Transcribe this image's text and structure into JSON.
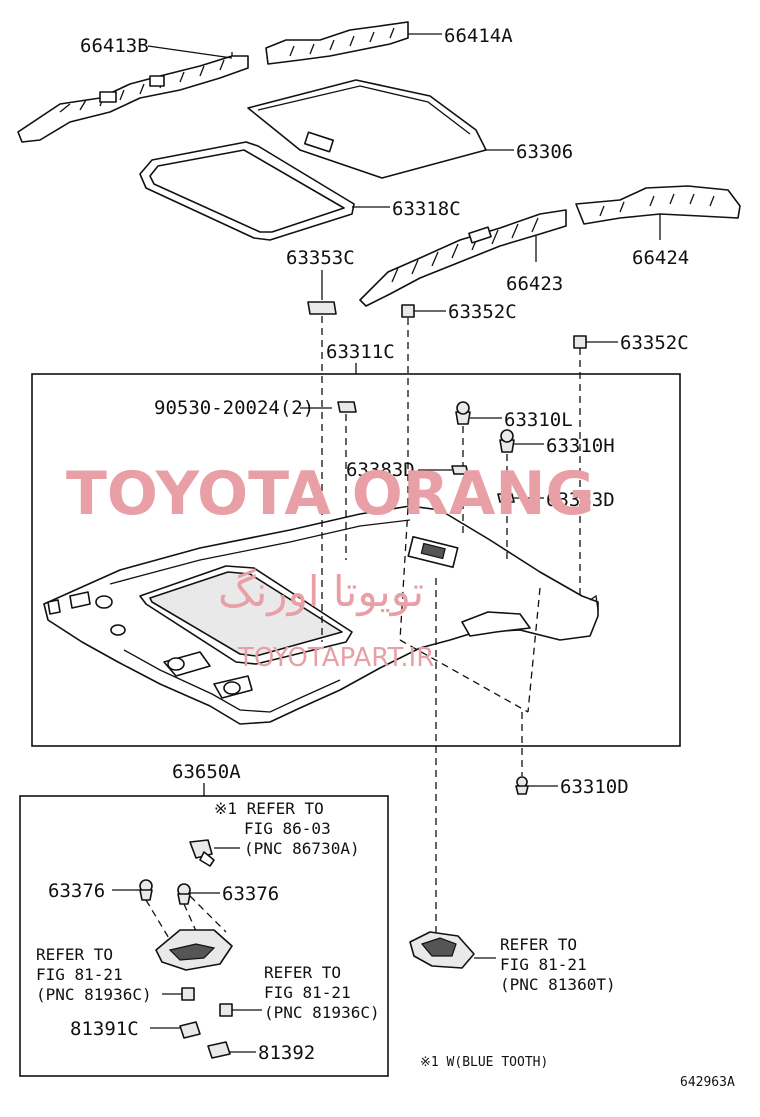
{
  "diagram_code": "642963A",
  "watermark": {
    "brand": "TOYOTA ORANG",
    "brand_persian": "تویوتا اورنگ",
    "site": "TOYOTAPART.IR"
  },
  "parts": {
    "p66413B": "66413B",
    "p66414A": "66414A",
    "p63306": "63306",
    "p63318C": "63318C",
    "p63353C": "63353C",
    "p66423": "66423",
    "p66424": "66424",
    "p63352C_a": "63352C",
    "p63352C_b": "63352C",
    "p63311C": "63311C",
    "p90530": "90530-20024(2)",
    "p63310L": "63310L",
    "p63310H": "63310H",
    "p63383D_a": "63383D",
    "p63383D_b": "63383D",
    "p63310D": "63310D",
    "p63650A": "63650A",
    "p63376_a": "63376",
    "p63376_b": "63376",
    "p81391C": "81391C",
    "p81392": "81392"
  },
  "refs": {
    "bluetooth": {
      "line1": "※1 REFER TO",
      "line2": "FIG 86-03",
      "line3": "(PNC 86730A)"
    },
    "left_lamp": {
      "line1": "REFER TO",
      "line2": "FIG 81-21",
      "line3": "(PNC 81936C)"
    },
    "center_lamp": {
      "line1": "REFER TO",
      "line2": "FIG 81-21",
      "line3": "(PNC 81936C)"
    },
    "right_lamp": {
      "line1": "REFER TO",
      "line2": "FIG 81-21",
      "line3": "(PNC 81360T)"
    }
  },
  "footnote": "※1 W(BLUE TOOTH)"
}
